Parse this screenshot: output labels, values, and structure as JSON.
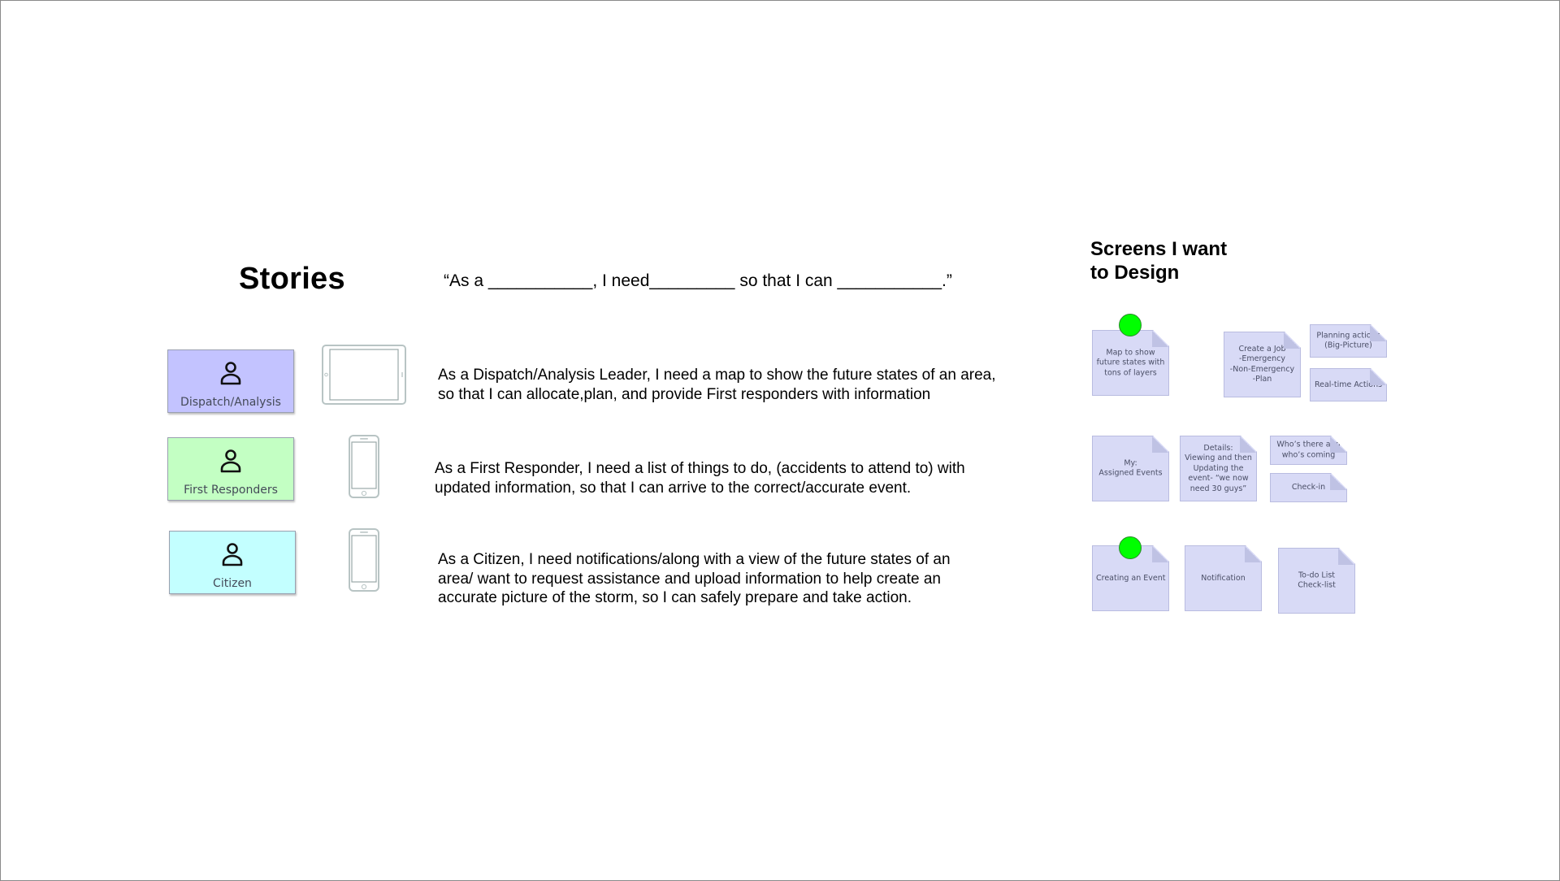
{
  "stories": {
    "title": "Stories",
    "template": "“As a ___________, I need_________ so that I can ___________.”",
    "personas": [
      {
        "label": "Dispatch/Analysis",
        "color": "#c3c3ff",
        "device": "tablet-icon",
        "story": "As a Dispatch/Analysis Leader, I need a map to show the future states of an area,\nso that I can allocate,plan, and provide First responders with information"
      },
      {
        "label": "First Responders",
        "color": "#c3ffc3",
        "device": "phone-icon",
        "story": "As a First Responder, I need a list of things to do, (accidents to attend to) with\nupdated information, so that I can arrive to the correct/accurate event."
      },
      {
        "label": "Citizen",
        "color": "#c3ffff",
        "device": "phone-icon",
        "story": "As a Citizen, I need notifications/along with a view of the future states of an\narea/ want to request assistance and upload information to help create an\naccurate picture of the storm, so I can safely prepare and take action."
      }
    ]
  },
  "screens": {
    "title": "Screens I want\nto Design",
    "notes": [
      "Map to show\nfuture states with\ntons of layers",
      "Create a Job\n-Emergency\n-Non-Emergency\n-Plan",
      "Planning actions\n(Big-Picture)",
      "Real-time Actions",
      "My:\nAssigned Events",
      "Details:\nViewing and then\nUpdating the\nevent- “we now\nneed 30 guys”",
      "Who’s there and\nwho’s coming",
      "Check-in",
      "Creating an Event",
      "Notification",
      "To-do List\nCheck-list"
    ],
    "highlight_color": "#00ff00"
  }
}
